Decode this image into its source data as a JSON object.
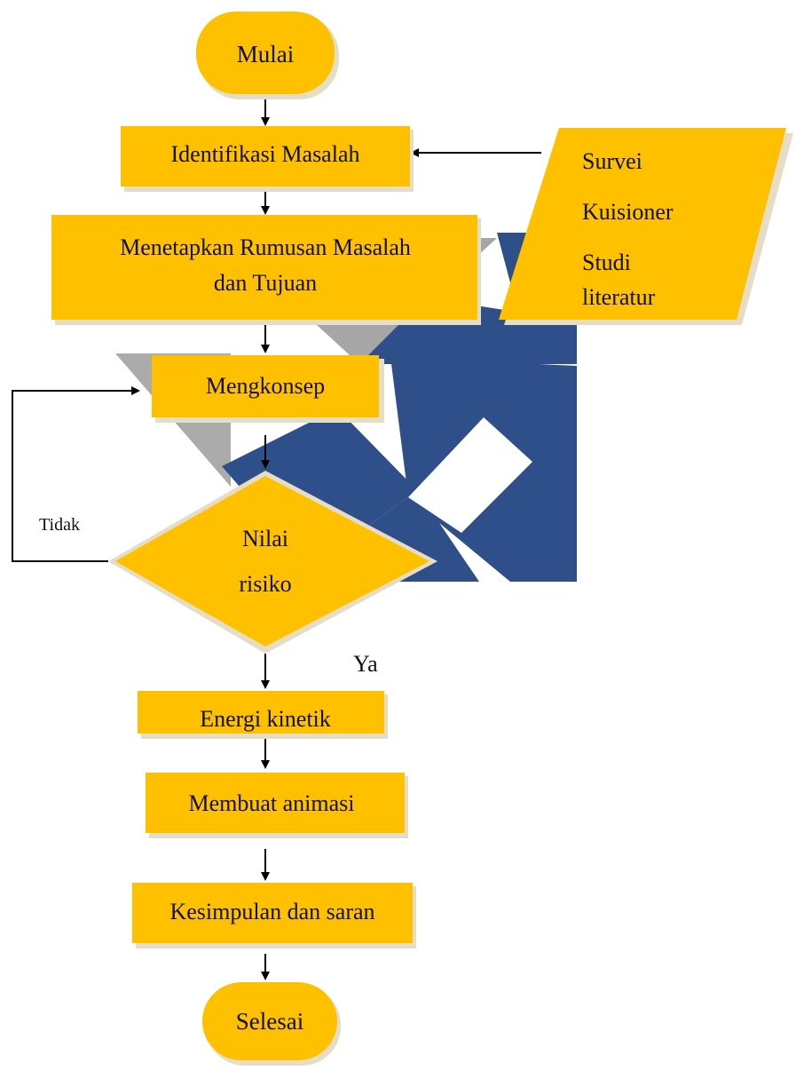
{
  "colors": {
    "node_fill": "#FFC000",
    "node_shadow": "#E6DDC6",
    "arrow": "#000000",
    "background_gray": "#A6A6A6",
    "background_navy": "#2F4F8A"
  },
  "nodes": {
    "start": "Mulai",
    "identify": "Identifikasi Masalah",
    "formulate_line1": "Menetapkan Rumusan Masalah",
    "formulate_line2": "dan Tujuan",
    "concept": "Mengkonsep",
    "decision_line1": "Nilai",
    "decision_line2": "risiko",
    "kinetic": "Energi kinetik",
    "animation": "Membuat animasi",
    "conclusion": "Kesimpulan dan saran",
    "end": "Selesai"
  },
  "inputs": {
    "item1": "Survei",
    "item2": "Kuisioner",
    "item3_line1": "Studi",
    "item3_line2": "literatur"
  },
  "labels": {
    "no": "Tidak",
    "yes": "Ya"
  }
}
